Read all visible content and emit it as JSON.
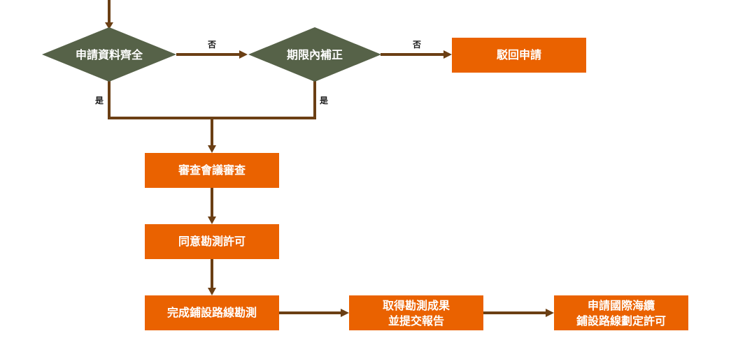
{
  "colors": {
    "decision": "#566248",
    "process": "#ea6200",
    "connector": "#6b3f14",
    "label_text": "#1a1a1a"
  },
  "nodes": {
    "decision_complete": "申請資料齊全",
    "decision_deadline": "期限內補正",
    "reject": "駁回申請",
    "review_meeting": "審查會議審查",
    "approve_survey": "同意勘測許可",
    "complete_survey": "完成鋪設路線勘測",
    "results_line1": "取得勘測成果",
    "results_line2": "並提交報告",
    "permit_line1": "申請國際海纜",
    "permit_line2": "鋪設路線劃定許可"
  },
  "edge_labels": {
    "complete_no": "否",
    "deadline_no": "否",
    "complete_yes": "是",
    "deadline_yes": "是"
  }
}
